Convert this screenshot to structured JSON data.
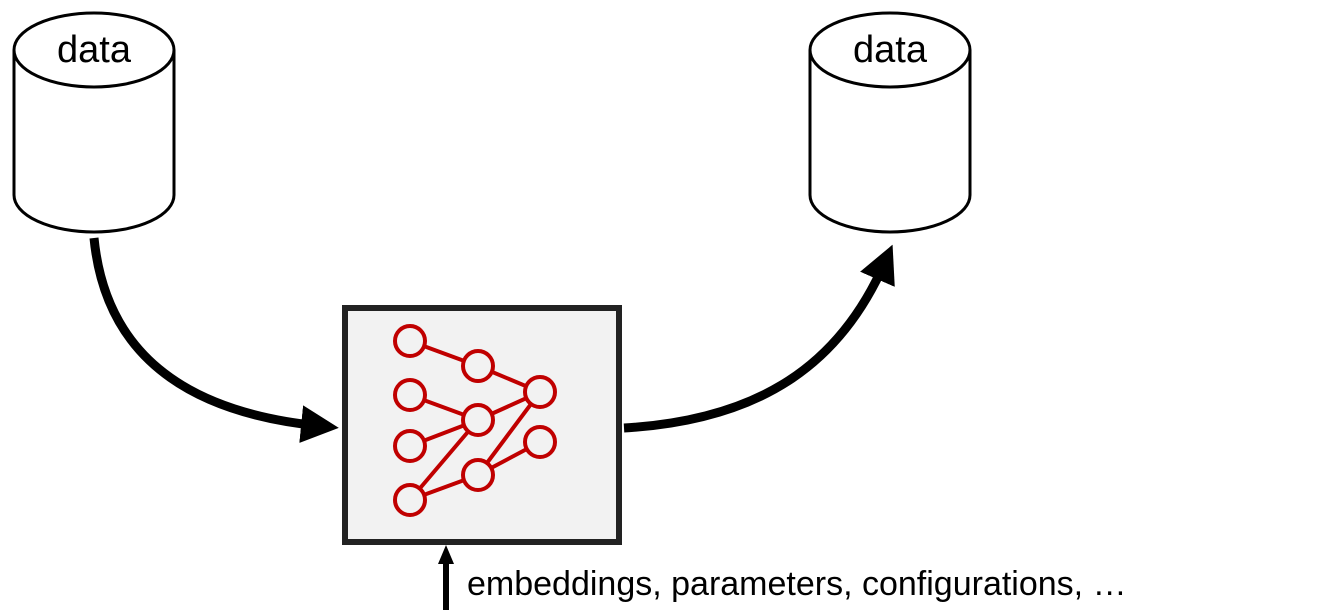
{
  "source_db": {
    "label": "data"
  },
  "target_db": {
    "label": "data"
  },
  "model": {
    "icon": "neural-network-icon",
    "icon_color": "#c00000",
    "box_fill": "#f2f2f2",
    "box_stroke": "#222222"
  },
  "inputs": {
    "label": "embeddings,  parameters, configurations, …"
  }
}
